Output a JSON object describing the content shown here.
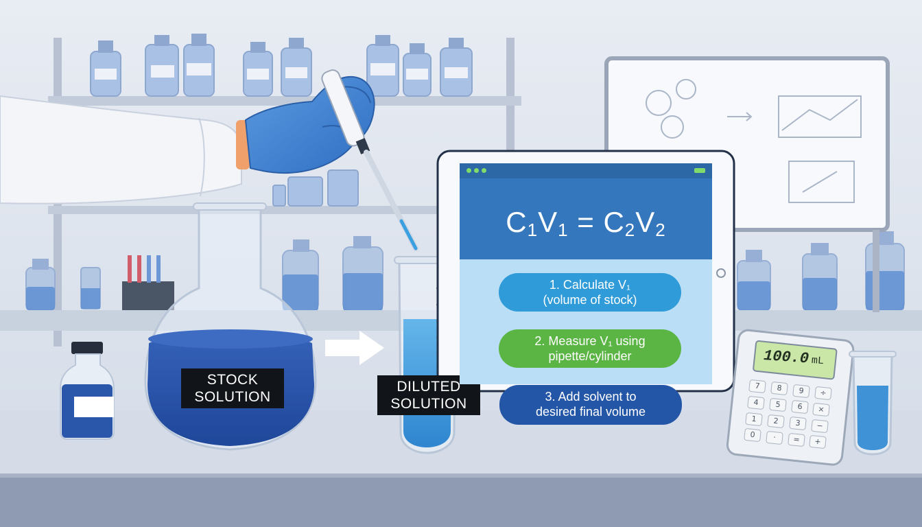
{
  "labels": {
    "stock": [
      "STOCK",
      "SOLUTION"
    ],
    "diluted": [
      "DILUTED",
      "SOLUTION"
    ]
  },
  "formula": {
    "c1": "C",
    "c1_sub": "1",
    "v1": "V",
    "v1_sub": "1",
    "eq": "=",
    "c2": "C",
    "c2_sub": "2",
    "v2": "V",
    "v2_sub": "2"
  },
  "steps": [
    {
      "line1": "1.   Calculate V₁",
      "line2": "(volume of stock)"
    },
    {
      "line1": "2. Measure V₁ using",
      "line2": "pipette/cylinder"
    },
    {
      "line1": "3. Add solvent to",
      "line2": "desired final volume"
    }
  ],
  "calculator": {
    "value": "100.0",
    "unit": "mL",
    "keys": [
      "7",
      "8",
      "9",
      "÷",
      "4",
      "5",
      "6",
      "×",
      "1",
      "2",
      "3",
      "−",
      "0",
      "·",
      "=",
      "+"
    ]
  },
  "colors": {
    "wall": "#dfe5ef",
    "bench": "#c5cfdd",
    "solution_blue": "#2f5fb3",
    "glove_blue": "#3f80d4",
    "screen_header": "#3577bc",
    "screen_body": "#b9def5",
    "step1": "#2f9bd8",
    "step2": "#5bb544",
    "step3": "#2456a8",
    "label_bg": "#111418"
  },
  "icons": [
    "pipette-icon",
    "glove-icon",
    "flask-icon",
    "test-tube-icon",
    "arrow-right-icon",
    "calculator-icon",
    "tablet-icon",
    "whiteboard-icon",
    "reagent-bottle-icon"
  ]
}
